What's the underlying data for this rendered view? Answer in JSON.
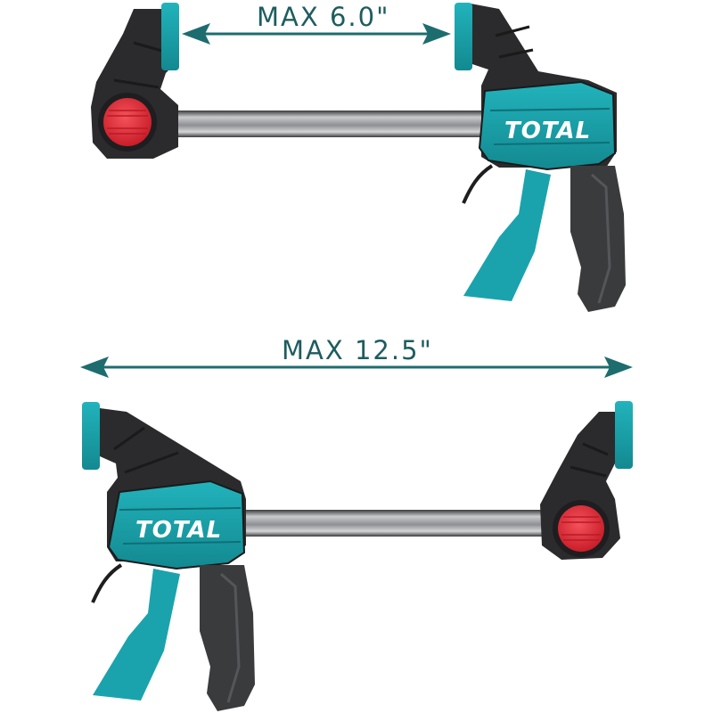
{
  "product": {
    "brand": "TOTAL",
    "colors": {
      "teal": "#1aa3ad",
      "teal_dark": "#127c84",
      "arrow": "#1d6d6f",
      "body_black": "#2b2b2d",
      "release_red": "#e8323c",
      "bar_steel": "#9a9c9e"
    }
  },
  "clamps": [
    {
      "name": "clamp-closed-config",
      "dimension_label": "MAX 6.0\"",
      "brand_label": "TOTAL"
    },
    {
      "name": "clamp-open-config",
      "dimension_label": "MAX 12.5\"",
      "brand_label": "TOTAL"
    }
  ]
}
